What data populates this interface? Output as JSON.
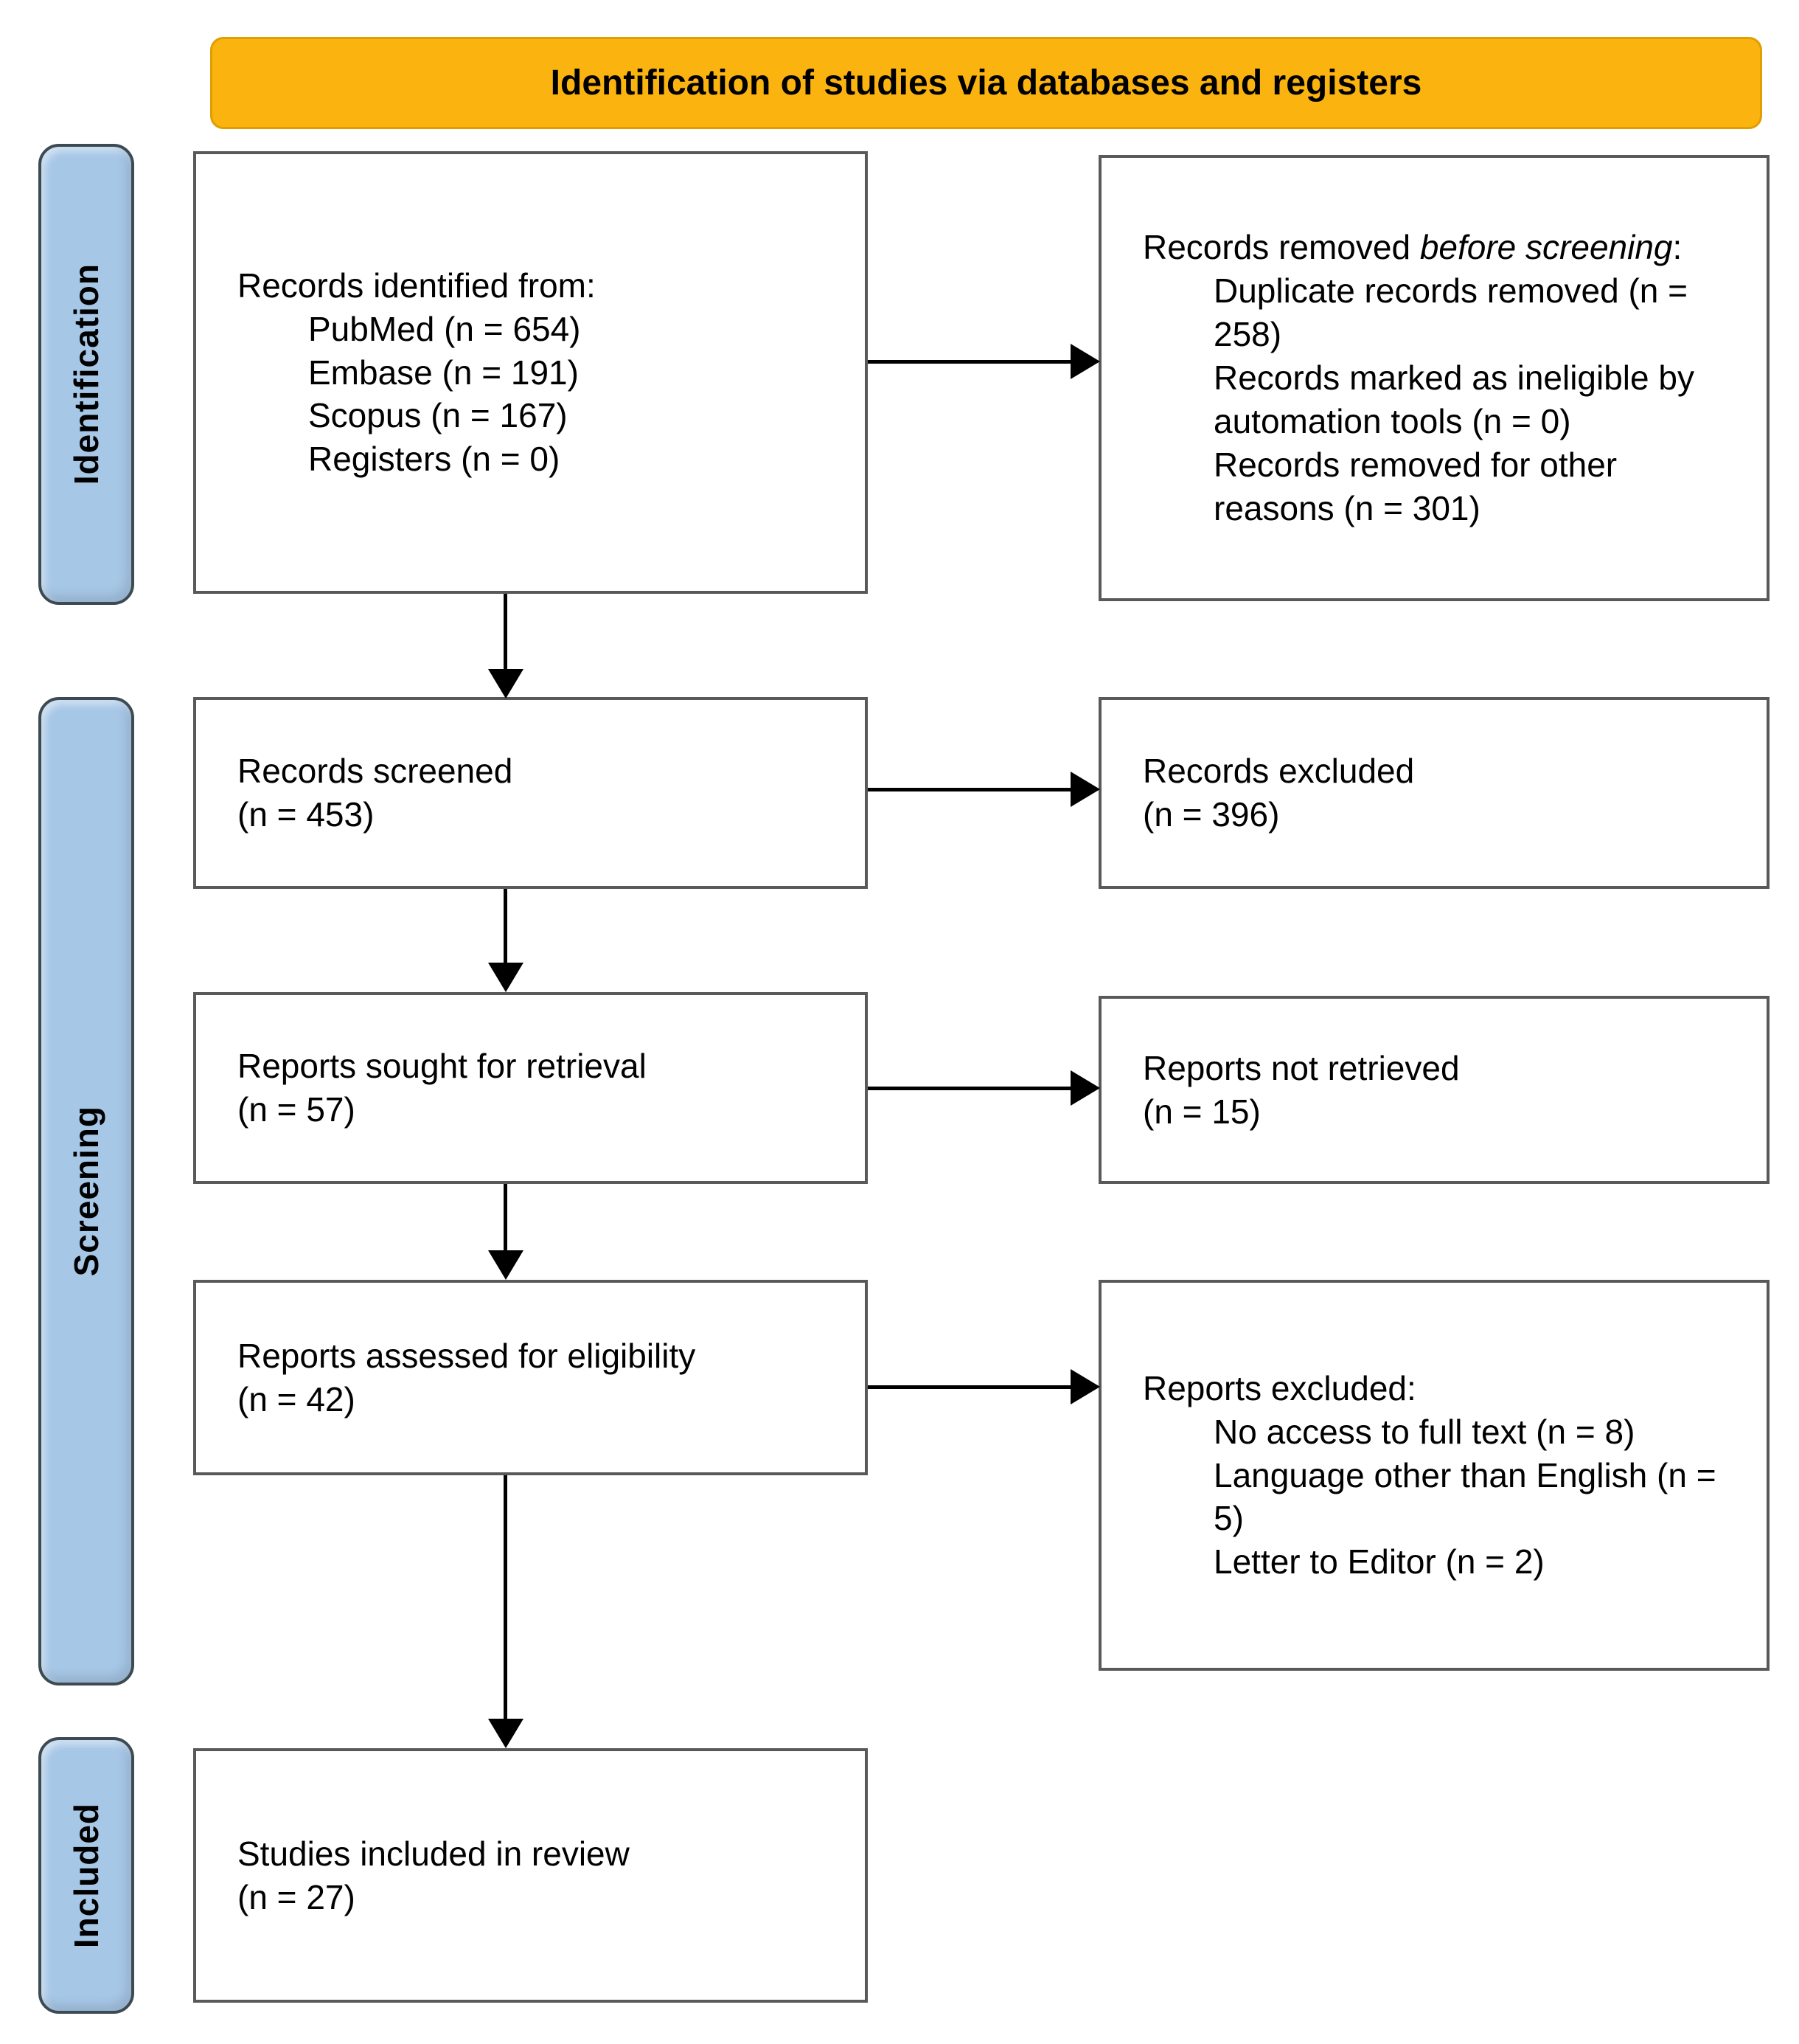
{
  "banner": {
    "title": "Identification of studies via databases and registers"
  },
  "stages": {
    "identification": "Identification",
    "screening": "Screening",
    "included": "Included"
  },
  "boxes": {
    "identified": {
      "intro": "Records identified from:",
      "items": [
        "PubMed (n = 654)",
        "Embase (n = 191)",
        "Scopus (n = 167)",
        "Registers (n = 0)"
      ]
    },
    "removed": {
      "intro_prefix": "Records removed ",
      "intro_italic": "before screening",
      "intro_suffix": ":",
      "items": [
        "Duplicate records removed (n = 258)",
        "Records marked as ineligible by automation tools (n = 0)",
        "Records removed for other reasons (n = 301)"
      ]
    },
    "screened": {
      "line1": "Records screened",
      "line2": "(n = 453)"
    },
    "records_excluded": {
      "line1": "Records excluded",
      "line2": "(n = 396)"
    },
    "sought": {
      "line1": "Reports sought for retrieval",
      "line2": "(n = 57)"
    },
    "not_retrieved": {
      "line1": "Reports not retrieved",
      "line2": "(n = 15)"
    },
    "assessed": {
      "line1": "Reports assessed for eligibility",
      "line2": "(n = 42)"
    },
    "reports_excluded": {
      "intro": "Reports excluded:",
      "items": [
        "No access to full text (n = 8)",
        "Language other than English (n = 5)",
        "Letter to Editor (n = 2)"
      ]
    },
    "included_box": {
      "line1": "Studies included in review",
      "line2": "(n = 27)"
    }
  },
  "colors": {
    "banner_fill": "#FBB40F",
    "banner_border": "#E09E00",
    "stage_fill": "#A7C7E7",
    "stage_border": "#3D4A52",
    "box_border": "#595959",
    "arrow": "#000000"
  }
}
